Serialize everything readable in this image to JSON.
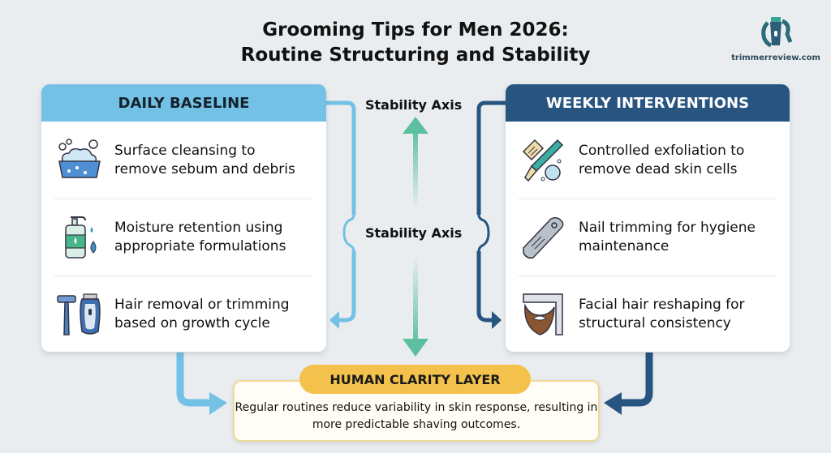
{
  "title": {
    "line1": "Grooming Tips for Men 2026:",
    "line2": "Routine Structuring and Stability"
  },
  "logo": {
    "icon": "trimmer-r-logo-icon",
    "text": "trimmerreview.com"
  },
  "daily": {
    "header": "DAILY BASELINE",
    "color": "#74c1e6",
    "items": [
      {
        "icon": "basin-foam-icon",
        "text": "Surface cleansing to remove sebum and debris"
      },
      {
        "icon": "lotion-pump-icon",
        "text": "Moisture retention using appropriate formulations"
      },
      {
        "icon": "razor-trimmer-icon",
        "text": "Hair removal or trimming based on growth cycle"
      }
    ]
  },
  "weekly": {
    "header": "WEEKLY INTERVENTIONS",
    "color": "#285480",
    "items": [
      {
        "icon": "exfoliation-brush-icon",
        "text": "Controlled exfoliation to remove dead skin cells"
      },
      {
        "icon": "nail-clipper-icon",
        "text": "Nail trimming for hygiene maintenance"
      },
      {
        "icon": "beard-shaper-icon",
        "text": "Facial hair reshaping for structural consistency"
      }
    ]
  },
  "axis": {
    "top_label": "Stability Axis",
    "middle_label": "Stability Axis",
    "color": "#5cbf9e"
  },
  "clarity": {
    "badge": "HUMAN CLARITY LAYER",
    "text": "Regular routines reduce variability in skin response, resulting in more predictable shaving outcomes.",
    "badge_color": "#f4c24c"
  }
}
